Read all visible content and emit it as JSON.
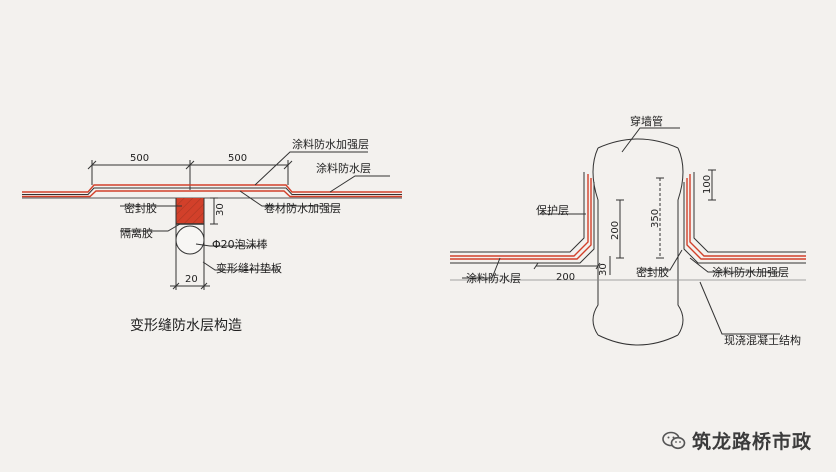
{
  "left_detail": {
    "caption": "变形缝防水层构造",
    "dims": {
      "left_width": "500",
      "right_width": "500",
      "depth": "30",
      "gap": "20"
    },
    "labels": {
      "coating_reinforce": "涂料防水加强层",
      "coating_layer": "涂料防水层",
      "membrane_reinforce": "卷材防水加强层",
      "sealant": "密封胶",
      "isolation_glue": "隔离胶",
      "foam_rod": "Φ20泡沫棒",
      "joint_pad": "变形缝衬垫板"
    }
  },
  "right_detail": {
    "dims": {
      "d200_v": "200",
      "d350": "350",
      "d100": "100",
      "d200_h": "200",
      "d30": "30"
    },
    "labels": {
      "pipe": "穿墙管",
      "protection": "保护层",
      "coating_layer": "涂料防水层",
      "sealant": "密封胶",
      "coating_reinforce": "涂料防水加强层",
      "concrete": "现浇混凝土结构"
    }
  },
  "watermark": {
    "text": "筑龙路桥市政",
    "icon": "wechat-icon"
  },
  "colors": {
    "red": "#d2402a",
    "line": "#333333",
    "background": "#f3f1ee"
  }
}
